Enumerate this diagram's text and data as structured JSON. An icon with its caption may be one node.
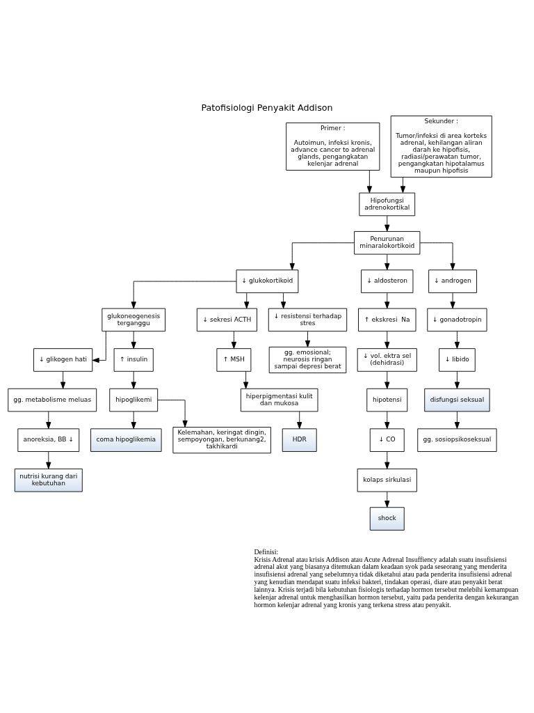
{
  "diagram": {
    "title": "Patofisiologi Penyakit Addison",
    "nodes": [
      {
        "text": [
          "Primer :",
          "Autoimun, infeksi kronis, advance cancer to adrenal glands, pengangkatan kelenjar adrenal"
        ]
      },
      {
        "text": [
          "Sekunder :",
          "Tumor/infeksi di area korteks adrenal, kehilangan aliran darah ke hipofisis, radiasi/perawatan tumor, pengangkatan hipotalamus maupun hipofisis"
        ]
      },
      {
        "text": [
          "Hipofungsi adrenokortikal"
        ]
      },
      {
        "text": [
          "Penurunan minaralokortikoid"
        ]
      },
      {
        "text": [
          "↓ glukokortikoid"
        ]
      },
      {
        "text": [
          "↓ aldosteron"
        ]
      },
      {
        "text": [
          "↓ androgen"
        ]
      },
      {
        "text": [
          "glukoneogenesis terganggu"
        ]
      },
      {
        "text": [
          "↓ sekresi ACTH"
        ]
      },
      {
        "text": [
          "↓ resistensi terhadap stres"
        ]
      },
      {
        "text": [
          "↑ ekskresi  Na"
        ]
      },
      {
        "text": [
          "↓ gonadotropin"
        ]
      },
      {
        "text": [
          "↓ glikogen hati"
        ]
      },
      {
        "text": [
          "↑ insulin"
        ]
      },
      {
        "text": [
          "↑ MSH"
        ]
      },
      {
        "text": [
          "gg. emosional; neurosis ringan sampai depresi berat"
        ]
      },
      {
        "text": [
          "↓ vol. ektra sel (dehidrasi)"
        ]
      },
      {
        "text": [
          "↓ libido"
        ]
      },
      {
        "text": [
          "gg. metabolisme meluas"
        ]
      },
      {
        "text": [
          "hipoglikemi"
        ]
      },
      {
        "text": [
          "hiperpigmentasi kulit dan mukosa"
        ]
      },
      {
        "text": [
          "hipotensi"
        ]
      },
      {
        "text": [
          "disfungsi seksual"
        ]
      },
      {
        "text": [
          "coma hipoglikemia"
        ]
      },
      {
        "text": [
          "HDR"
        ]
      },
      {
        "text": [
          "↓ CO"
        ]
      },
      {
        "text": [
          "gg. sosiopsikoseksual"
        ]
      },
      {
        "text": [
          "anoreksia, BB ↓"
        ]
      },
      {
        "text": [
          "Kelemahan, keringat dingin, sempoyongan, berkunang2, takhikardi"
        ]
      },
      {
        "text": [
          "kolaps sirkulasi"
        ]
      },
      {
        "text": [
          "nutrisi kurang dari kebutuhan"
        ]
      },
      {
        "text": [
          "shock"
        ]
      }
    ],
    "edges": [
      {
        "from": 0,
        "to": 2,
        "arrow": "to"
      },
      {
        "from": 1,
        "to": 2,
        "arrow": "to"
      },
      {
        "from": 2,
        "to": 3,
        "arrow": "to"
      },
      {
        "from": 3,
        "to": 4,
        "arrow": "to"
      },
      {
        "from": 3,
        "to": 5,
        "arrow": "to"
      },
      {
        "from": 3,
        "to": 6,
        "arrow": "to"
      },
      {
        "from": 4,
        "to": 7,
        "arrow": "to"
      },
      {
        "from": 4,
        "to": 8,
        "arrow": "to"
      },
      {
        "from": 4,
        "to": 9,
        "arrow": "to"
      },
      {
        "from": 5,
        "to": 10,
        "arrow": "to"
      },
      {
        "from": 6,
        "to": 11,
        "arrow": "to"
      },
      {
        "from": 7,
        "to": 12,
        "arrow": "to"
      },
      {
        "from": 7,
        "to": 13,
        "arrow": "to"
      },
      {
        "from": 8,
        "to": 14,
        "arrow": "to"
      },
      {
        "from": 9,
        "to": 15,
        "arrow": "to"
      },
      {
        "from": 10,
        "to": 16,
        "arrow": "to"
      },
      {
        "from": 11,
        "to": 17,
        "arrow": "to"
      },
      {
        "from": 12,
        "to": 18,
        "arrow": "to"
      },
      {
        "from": 13,
        "to": 19,
        "arrow": "to"
      },
      {
        "from": 14,
        "to": 20,
        "arrow": "to"
      },
      {
        "from": 16,
        "to": 21,
        "arrow": "to"
      },
      {
        "from": 17,
        "to": 22,
        "arrow": "to"
      },
      {
        "from": 19,
        "to": 23,
        "arrow": "to"
      },
      {
        "from": 20,
        "to": 24,
        "arrow": "to"
      },
      {
        "from": 21,
        "to": 25,
        "arrow": "to"
      },
      {
        "from": 22,
        "to": 26,
        "arrow": "to"
      },
      {
        "from": 18,
        "to": 27,
        "arrow": "to"
      },
      {
        "from": 19,
        "to": 28,
        "arrow": "to"
      },
      {
        "from": 25,
        "to": 29,
        "arrow": "to"
      },
      {
        "from": 27,
        "to": 30,
        "arrow": "to"
      },
      {
        "from": 29,
        "to": 31,
        "arrow": "to"
      }
    ],
    "labels": [
      "Definisi:",
      "Krisis Adrenal atau krisis Addison atau Acute Adrenal Insuffiency adalah suatu insufisiensi adrenal akut yang biasanya ditemukan dalam keadaan syok pada seseorang yang menderita insufisiensi adrenal yang sebelumnya tidak diketahui atau pada penderita insufisiensi adrenal yang kenudian mendapat suatu infeksi bakteri, tindakan operasi, diare atau penyakit berat lainnya. Krisis terjadi bila kebutuhan fisiologis terhadap hormon tersebut melebihi kemampuan kelenjar adrenal untuk menghasilkan hormon tersebut, yaitu pada penderita dengan kekurangan hormon kelenjar adrenal yang kronis yang terkena stress atau penyakit."
    ]
  }
}
